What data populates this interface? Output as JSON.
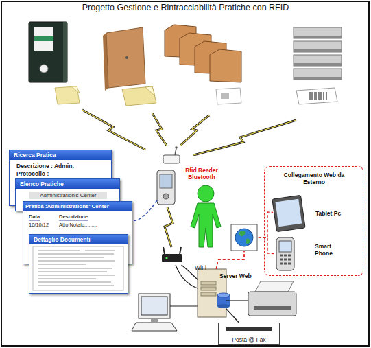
{
  "diagram": {
    "title": "Progetto Gestione e Rintracciabilità Pratiche con RFID",
    "nodes": [
      {
        "text": [
          "Ricerca Pratica",
          "Descrizione : Admin.",
          "Protocollo :"
        ]
      },
      {
        "text": [
          "Elenco Pratiche",
          "Administration's Center"
        ]
      },
      {
        "text": [
          "Pratica :Administrations' Center",
          "Data",
          "Descrizione",
          "10/10/12",
          "Atto Notaio........."
        ]
      },
      {
        "text": [
          "Dettaglio Documenti"
        ]
      },
      {
        "text": [
          "WiFi"
        ]
      },
      {
        "text": [
          "Server Web"
        ]
      },
      {
        "text": [
          "Collegamento Web da Esterno"
        ]
      },
      {
        "text": [
          "Tablet Pc"
        ],
        "in": 6
      },
      {
        "text": [
          "Smart Phone"
        ],
        "in": 6
      },
      {
        "text": [
          "Posta @ Fax"
        ]
      }
    ],
    "edges": [
      {
        "from": 4,
        "to": 5,
        "arrow": "none"
      },
      {
        "from": 5,
        "to": 9,
        "arrow": "none"
      },
      {
        "from": 5,
        "to": 7,
        "arrow": "none"
      },
      {
        "from": 5,
        "to": 8,
        "arrow": "none"
      }
    ],
    "labels": [
      "Rfid Reader Bluetooth"
    ]
  }
}
